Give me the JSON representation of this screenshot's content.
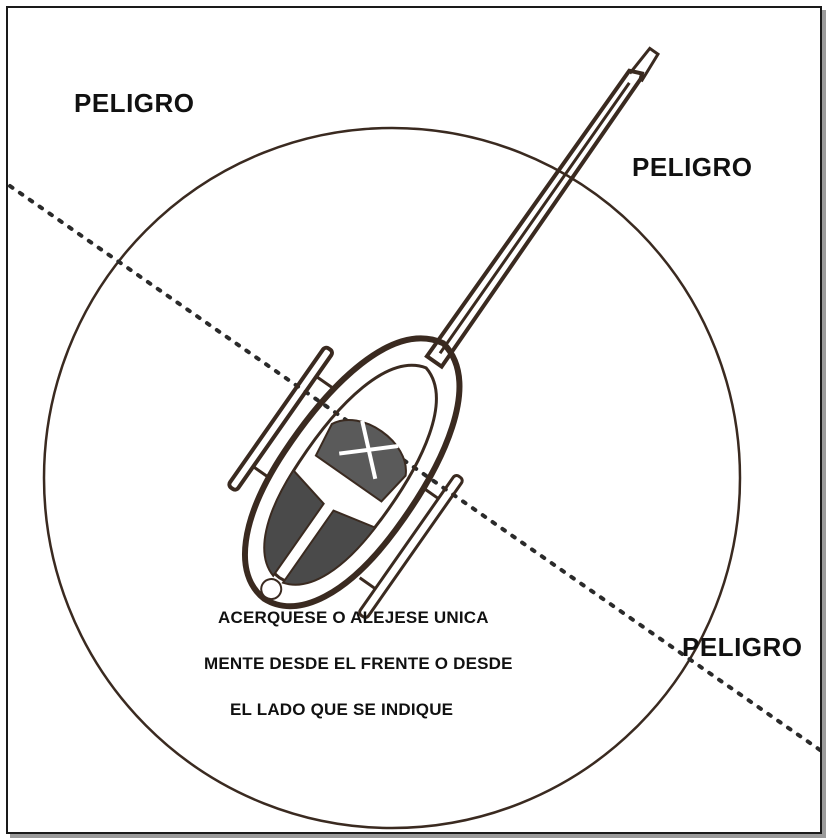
{
  "warning_labels": {
    "top_left": "PELIGRO",
    "top_right": "PELIGRO",
    "bottom_right": "PELIGRO"
  },
  "instructions": {
    "line1": "ACERQUESE O ALEJESE UNICA",
    "line2": "MENTE DESDE EL FRENTE O DESDE",
    "line3": "EL LADO QUE SE INDIQUE"
  },
  "colors": {
    "ink": "#3a2a20",
    "fill": "#4a4a4a"
  }
}
